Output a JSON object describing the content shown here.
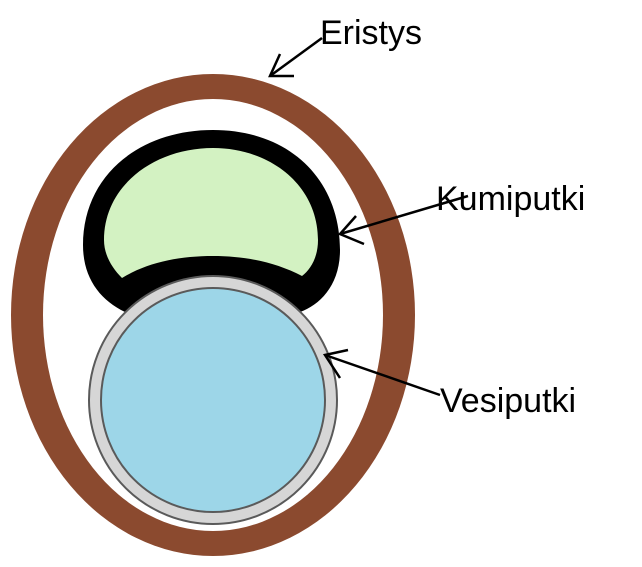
{
  "labels": {
    "eristys": "Eristys",
    "kumiputki": "Kumiputki",
    "vesiputki": "Vesiputki"
  },
  "colors": {
    "background": "#ffffff",
    "insulation": "#8b4a2f",
    "rubber_pipe_wall": "#000000",
    "rubber_pipe_inner": "#d3f2c2",
    "water_pipe_outer_ring": "#d6d6d6",
    "water_pipe_ring_outline": "#5a5a5a",
    "water_pipe_inner": "#9dd6e8",
    "arrow": "#000000"
  }
}
